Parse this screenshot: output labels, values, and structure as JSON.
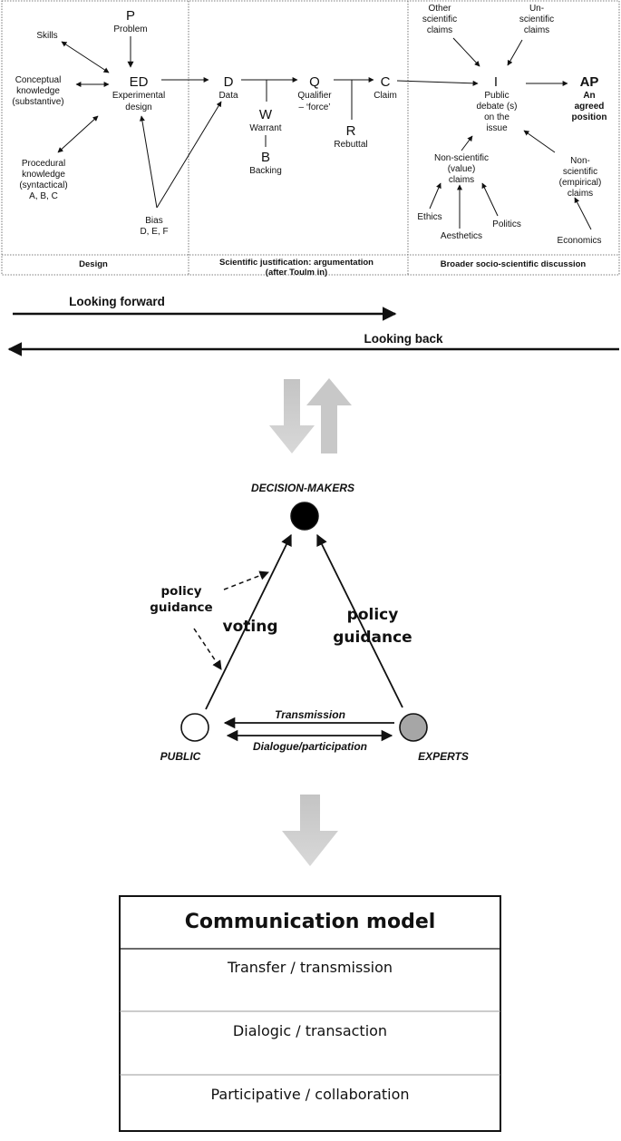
{
  "argument_map": {
    "nodes": {
      "p": {
        "symbol": "P",
        "label": "Problem"
      },
      "ed": {
        "symbol": "ED",
        "label_lines": [
          "Experimental",
          "design"
        ]
      },
      "skills": {
        "label": "Skills"
      },
      "conceptual": {
        "label_lines": [
          "Conceptual",
          "knowledge",
          "(substantive)"
        ]
      },
      "procedural": {
        "label_lines": [
          "Procedural",
          "knowledge",
          "(syntactical)",
          "A, B, C"
        ]
      },
      "bias": {
        "label_lines": [
          "Bias",
          "D, E, F"
        ]
      },
      "d": {
        "symbol": "D",
        "label": "Data"
      },
      "w": {
        "symbol": "W",
        "label": "Warrant"
      },
      "b": {
        "symbol": "B",
        "label": "Backing"
      },
      "q": {
        "symbol": "Q",
        "label_lines": [
          "Qualifier",
          "– ‘force’"
        ]
      },
      "r": {
        "symbol": "R",
        "label": "Rebuttal"
      },
      "c": {
        "symbol": "C",
        "label": "Claim"
      },
      "i": {
        "symbol": "I",
        "label_lines": [
          "Public",
          "debate (s)",
          "on the",
          "issue"
        ]
      },
      "ap": {
        "symbol": "AP",
        "label_lines": [
          "An",
          "agreed",
          "position"
        ]
      },
      "other_sci": {
        "label_lines": [
          "Other",
          "scientific",
          "claims"
        ]
      },
      "unsci": {
        "label_lines": [
          "Un-",
          "scientific",
          "claims"
        ]
      },
      "nonsci_value": {
        "label_lines": [
          "Non-scientific",
          "(value)",
          "claims"
        ]
      },
      "nonsci_emp": {
        "label_lines": [
          "Non-",
          "scientific",
          "(empirical)",
          "claims"
        ]
      },
      "ethics": {
        "label": "Ethics"
      },
      "aesthetics": {
        "label": "Aesthetics"
      },
      "politics": {
        "label": "Politics"
      },
      "economics": {
        "label": "Economics"
      }
    },
    "sections": {
      "design": "Design",
      "justification_lines": [
        "Scientific justification: argumentation",
        "(after Toulm in)"
      ],
      "broader": "Broader socio-scientific discussion"
    }
  },
  "timeline": {
    "forward": "Looking forward",
    "back": "Looking back"
  },
  "triangle": {
    "decision_makers": "DECISION-MAKERS",
    "public": "PUBLIC",
    "experts": "EXPERTS",
    "voting": "voting",
    "policy_guidance_left_lines": [
      "policy",
      "guidance"
    ],
    "policy_guidance_right_lines": [
      "policy",
      "guidance"
    ],
    "transmission": "Transmission",
    "dialogue": "Dialogue/participation",
    "colors": {
      "decision_makers_fill": "#000000",
      "public_fill": "#ffffff",
      "experts_fill": "#a6a6a6"
    }
  },
  "model": {
    "title": "Communication model",
    "rows": [
      "Transfer / transmission",
      "Dialogic / transaction",
      "Participative / collaboration"
    ]
  },
  "colors": {
    "block_arrow": "#c8c8c8",
    "rule": "#888888"
  }
}
